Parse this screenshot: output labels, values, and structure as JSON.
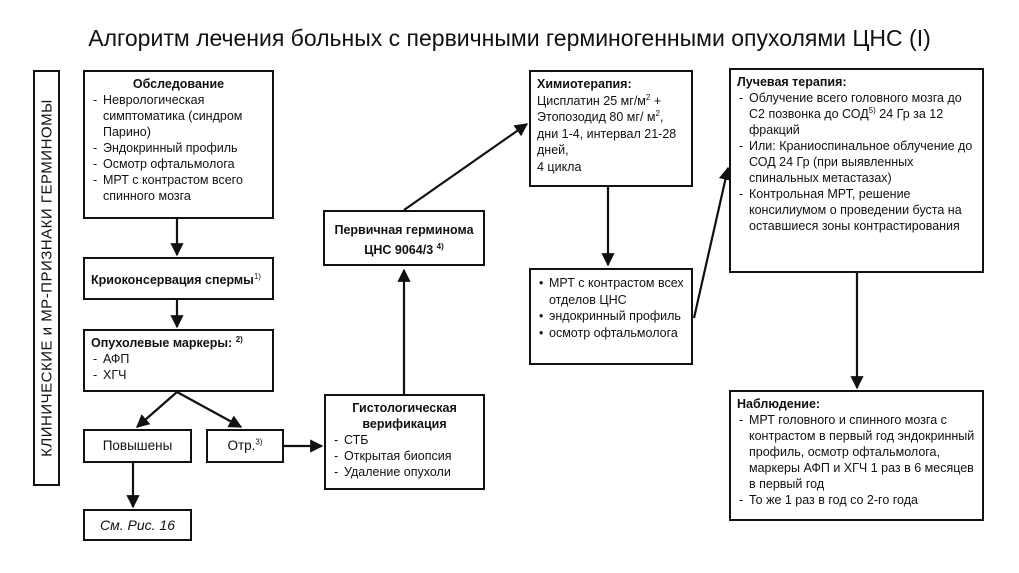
{
  "title": "Алгоритм лечения больных с первичными герминогенными опухолями ЦНС (I)",
  "side_label": "КЛИНИЧЕСКИЕ и МР-ПРИЗНАКИ ГЕРМИНОМЫ",
  "exam": {
    "title": "Обследование",
    "items": [
      "Неврологическая симптоматика (синдром Парино)",
      "Эндокринный профиль",
      "Осмотр офтальмолога",
      "МРТ с контрастом всего спинного мозга"
    ]
  },
  "cryo": {
    "label": "Криоконсервация спермы",
    "sup": "1)"
  },
  "markers": {
    "title": "Опухолевые маркеры:",
    "sup": "2)",
    "items": [
      "АФП",
      "ХГЧ"
    ]
  },
  "elevated": {
    "label": "Повышены"
  },
  "negative": {
    "label": "Отр.",
    "sup": "3)"
  },
  "see_fig": {
    "label": "См. Рис. 16"
  },
  "histology": {
    "title": "Гистологическая верификация",
    "items": [
      "СТБ",
      "Открытая биопсия",
      "Удаление опухоли"
    ]
  },
  "germinoma": {
    "line1": "Первичная герминома",
    "line2": "ЦНС 9064/3",
    "sup": "4)"
  },
  "chemo": {
    "title": "Химиотерапия:",
    "line1_a": "Цисплатин 25 мг/м",
    "line1_sup": "2",
    "line1_b": " +",
    "line2_a": "Этопозодид 80 мг/ м",
    "line2_sup": "2",
    "line2_b": ",",
    "line3": "дни 1-4, интервал 21-28 дней,",
    "line4": "4 цикла"
  },
  "followup_mri": {
    "items": [
      "МРТ с контрастом всех отделов ЦНС",
      "эндокринный профиль",
      "осмотр офтальмолога"
    ]
  },
  "radio": {
    "title": "Лучевая терапия:",
    "item1_a": "Облучение всего головного мозга до С2 позвонка до СОД",
    "item1_sup": "5)",
    "item1_b": " 24 Гр за 12 фракций",
    "item2": "Или: Краниоспинальное облучение до СОД 24 Гр (при выявленных спинальных метастазах)",
    "item3": "Контрольная МРТ, решение консилиумом о проведении буста на оставшиеся зоны контрастирования"
  },
  "observation": {
    "title": "Наблюдение:",
    "items": [
      "МРТ головного и спинного мозга с контрастом в первый год эндокринный профиль, осмотр офтальмолога, маркеры АФП и ХГЧ 1 раз в 6 месяцев в первый год",
      "То же 1 раз в год со 2-го года"
    ]
  }
}
